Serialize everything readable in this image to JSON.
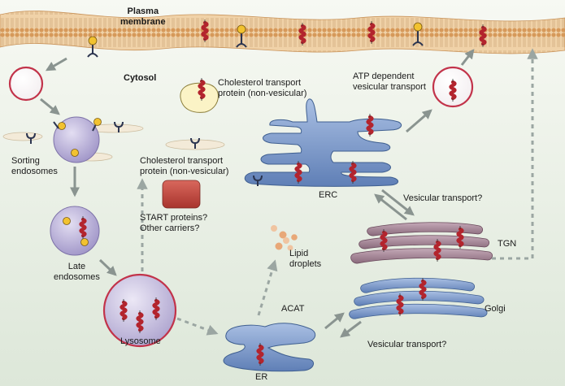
{
  "labels": {
    "plasma_membrane": "Plasma\nmembrane",
    "cytosol": "Cytosol",
    "cholesterol_transport_top": "Cholesterol transport\nprotein (non-vesicular)",
    "atp_vesicular": "ATP dependent\nvesicular transport",
    "sorting_endosomes": "Sorting\nendosomes",
    "cholesterol_transport_mid": "Cholesterol transport\nprotein (non-vesicular)",
    "erc": "ERC",
    "vesicular_transport_upper": "Vesicular transport?",
    "start_proteins": "START proteins?\nOther carriers?",
    "tgn": "TGN",
    "lipid_droplets": "Lipid\ndroplets",
    "late_endosomes": "Late\nendosomes",
    "acat": "ACAT",
    "golgi": "Golgi",
    "lysosome": "Lysosome",
    "vesicular_transport_lower": "Vesicular transport?",
    "er": "ER"
  },
  "colors": {
    "background_top": "#f5f7f1",
    "background_bottom": "#dfe8db",
    "membrane": "#e0b889",
    "membrane_head": "#d69a55",
    "organelle_blue": "#6f8fc4",
    "organelle_blue_light": "#a9bfe3",
    "tgn_mauve": "#9d7d8f",
    "protein_red": "#b3242d",
    "vesicle_outline": "#c2334a",
    "purple_vesicle": "#b7aed6",
    "arrow_gray": "#8a9490",
    "lipid_orange": "#e8a878",
    "start_box": "#c2443c"
  },
  "icons": [
    "receptor-icon",
    "cholesterol-protein-icon",
    "lipid-droplet-icon",
    "start-protein-box-icon"
  ]
}
